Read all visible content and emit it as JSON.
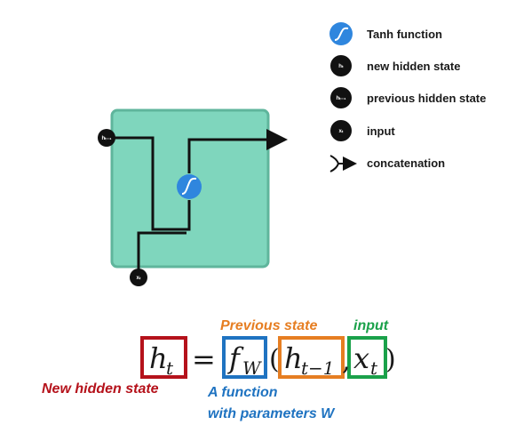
{
  "legend": {
    "items": [
      {
        "icon": "tanh-icon",
        "label": "Tanh function"
      },
      {
        "icon": "node-icon",
        "symbol": "hₜ",
        "label": "new hidden state"
      },
      {
        "icon": "node-icon",
        "symbol": "hₜ₋₁",
        "label": "previous hidden state"
      },
      {
        "icon": "node-icon",
        "symbol": "xₜ",
        "label": "input"
      },
      {
        "icon": "concat-icon",
        "label": "concatenation"
      }
    ]
  },
  "cell": {
    "color": "#7fd6bd",
    "border_color": "#5fb59c",
    "tanh_color": "#2f86de",
    "input_prev_label": "hₜ₋₁",
    "input_x_label": "xₜ"
  },
  "equation": {
    "lhs_base": "h",
    "lhs_sub": "t",
    "equals": "=",
    "func_base": "f",
    "func_sub": "W",
    "open_paren": "(",
    "arg1_base": "h",
    "arg1_sub": "t−1",
    "comma": ",",
    "arg2_base": "x",
    "arg2_sub": "t",
    "close_paren": ")"
  },
  "captions": {
    "previous_state": "Previous state",
    "input": "input",
    "new_hidden_state": "New hidden state",
    "function_line1": "A function",
    "function_line2": "with parameters W"
  },
  "colors": {
    "red": "#b5121b",
    "blue": "#1f73c1",
    "orange": "#e67e22",
    "green": "#1aa14a"
  }
}
